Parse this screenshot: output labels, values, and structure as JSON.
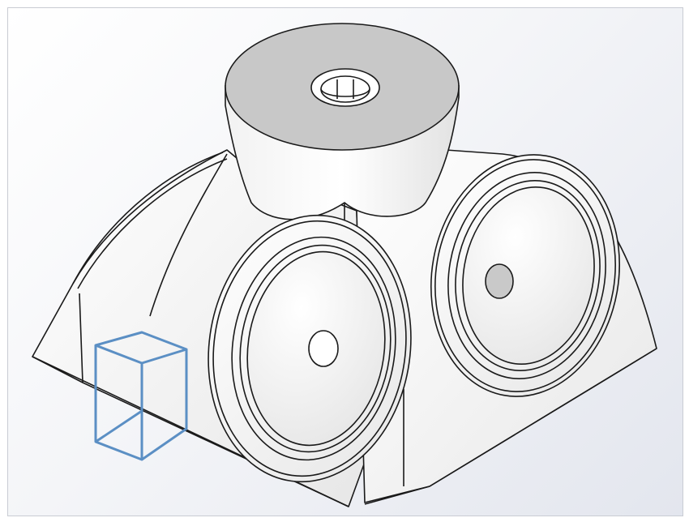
{
  "viewport": {
    "background_top": "#ffffff",
    "background_bottom": "#e3e6ee",
    "model_fill": "#f5f5f5",
    "edge_color": "#1a1a1a",
    "hole_fill": "#c9c9c9",
    "triad_color": "#5b8fc4"
  },
  "model": {
    "features": [
      "top-boss-with-hole",
      "front-port-face",
      "right-port-face",
      "curved-left-flank"
    ]
  },
  "view_cube": {
    "icon": "view-orientation-cube-icon"
  }
}
